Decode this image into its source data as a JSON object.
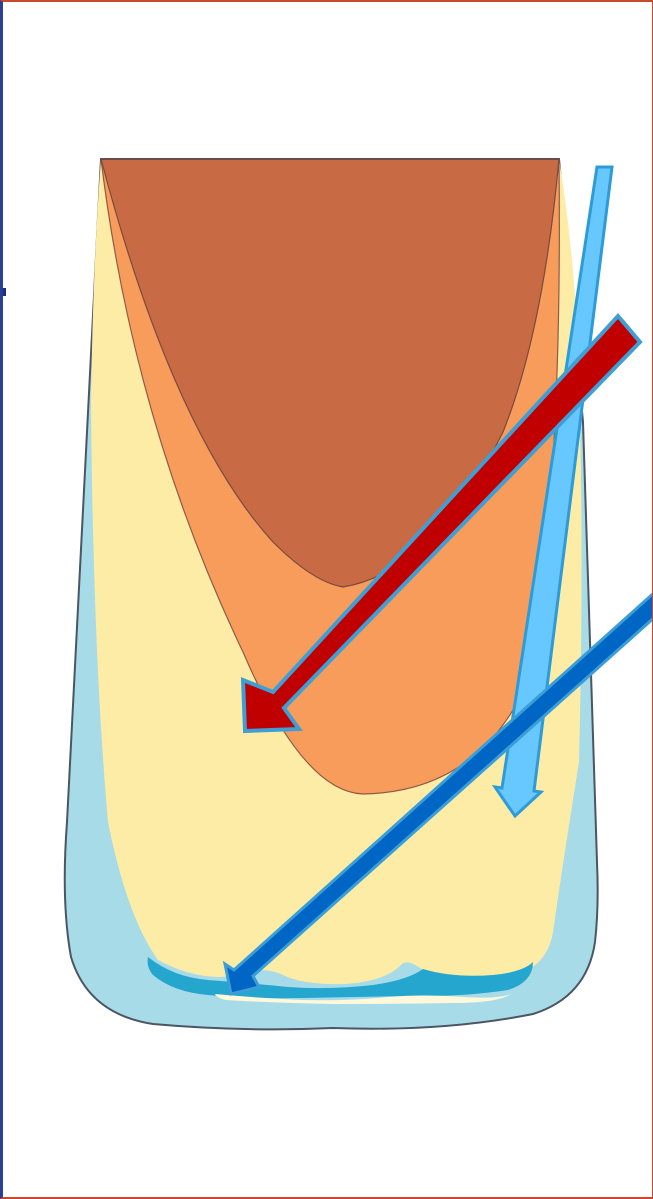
{
  "diagram": {
    "kind": "layered-profile",
    "layers": [
      {
        "name": "outer-shell",
        "color": "#a7dbe8"
      },
      {
        "name": "pale-yellow-layer",
        "color": "#fdeca6"
      },
      {
        "name": "orange-layer",
        "color": "#f89c5c"
      },
      {
        "name": "core-layer",
        "color": "#c86a43"
      },
      {
        "name": "bottom-blue-band",
        "color": "#24a6cf"
      },
      {
        "name": "bottom-cream-band",
        "color": "#fff8da"
      }
    ],
    "arrows": [
      {
        "name": "red-arrow",
        "color": "#c00000",
        "outline": "#3f9fd4",
        "direction": "down-left"
      },
      {
        "name": "light-blue-arrow",
        "color": "#67c8ff",
        "outline": "#2f9bd6",
        "direction": "down"
      },
      {
        "name": "dark-blue-arrow",
        "color": "#0066c6",
        "outline": "#3c9ed6",
        "direction": "down-left"
      }
    ]
  }
}
